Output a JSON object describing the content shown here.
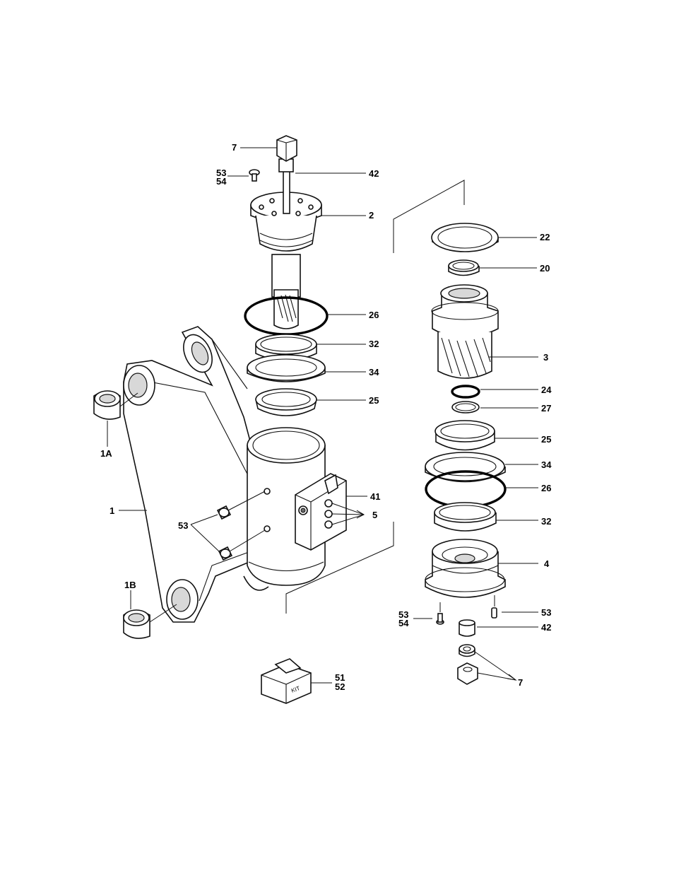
{
  "callouts": {
    "c7_top": "7",
    "c42_top": "42",
    "c53_top": "53",
    "c54_top": "54",
    "c2": "2",
    "c22": "22",
    "c20": "20",
    "c26_left": "26",
    "c3": "3",
    "c32_left": "32",
    "c34_left": "34",
    "c24": "24",
    "c25_left": "25",
    "c27": "27",
    "c25_right": "25",
    "c1A": "1A",
    "c34_right": "34",
    "c26_right": "26",
    "c41": "41",
    "c1": "1",
    "c5": "5",
    "c32_right": "32",
    "c53_left": "53",
    "c4": "4",
    "c1B": "1B",
    "c53_bottom": "53",
    "c54_bottom": "54",
    "c53_right": "53",
    "c42_bottom": "42",
    "c7_bottom": "7",
    "c51": "51",
    "c52": "52"
  },
  "kit_box_text": "KIT"
}
